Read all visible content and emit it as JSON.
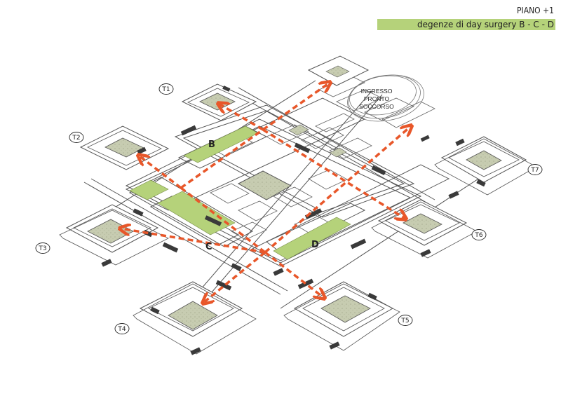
{
  "header": {
    "floor": "PIANO +1",
    "subtitle": "degenze di day surgery B - C - D"
  },
  "colors": {
    "highlight_green": "#b5d27a",
    "arrow_orange": "#e8572a",
    "courtyard": "#c7ccb1",
    "wall": "#555555",
    "dark_block": "#3a3a3a"
  },
  "towers": [
    {
      "id": "T1",
      "label": "T1"
    },
    {
      "id": "T2",
      "label": "T2"
    },
    {
      "id": "T3",
      "label": "T3"
    },
    {
      "id": "T4",
      "label": "T4"
    },
    {
      "id": "T5",
      "label": "T5"
    },
    {
      "id": "T6",
      "label": "T6"
    },
    {
      "id": "T7",
      "label": "T7"
    }
  ],
  "wings": [
    {
      "id": "B",
      "label": "B"
    },
    {
      "id": "C",
      "label": "C"
    },
    {
      "id": "D",
      "label": "D"
    }
  ],
  "entrance": {
    "line1": "INGRESSO",
    "line2": "PRONTO",
    "line3": "SOCCORSO"
  }
}
